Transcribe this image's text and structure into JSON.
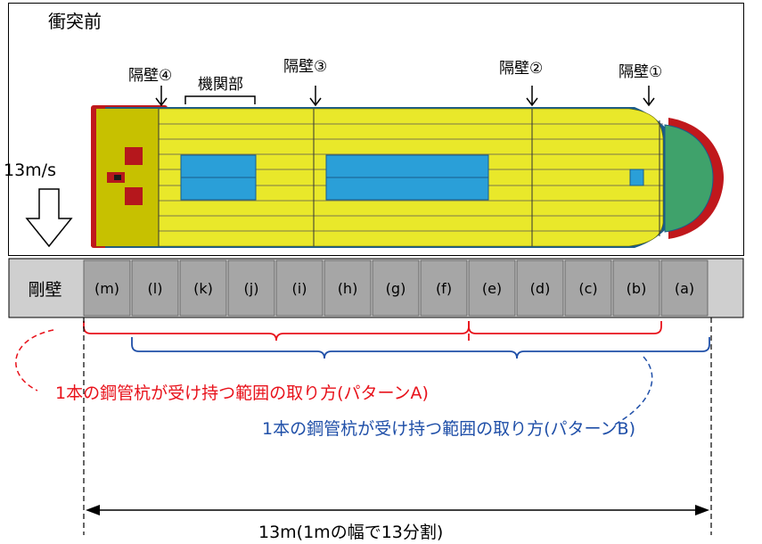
{
  "title": "衝突前",
  "speed": "13m/s",
  "bulkheads": [
    "隔壁④",
    "隔壁③",
    "隔壁②",
    "隔壁①"
  ],
  "engine_room": "機関部",
  "wall": "剛壁",
  "segments": [
    "(m)",
    "(l)",
    "(k)",
    "(j)",
    "(i)",
    "(h)",
    "(g)",
    "(f)",
    "(e)",
    "(d)",
    "(c)",
    "(b)",
    "(a)"
  ],
  "pattern_a": "1本の鋼管杭が受け持つ範囲の取り方(パターンA)",
  "pattern_b": "1本の鋼管杭が受け持つ範囲の取り方(パターンB)",
  "dimension": "13m(1mの幅で13分割)",
  "colors": {
    "hull": "#e9e82a",
    "tank": "#2a9fd8",
    "bow_green": "#3fa26b",
    "bow_red": "#c0181c",
    "bow_blue": "#1b5c8a",
    "cells": "#a6a6a6",
    "pattern_a": "#e8121b",
    "pattern_b": "#1f4fa8"
  }
}
